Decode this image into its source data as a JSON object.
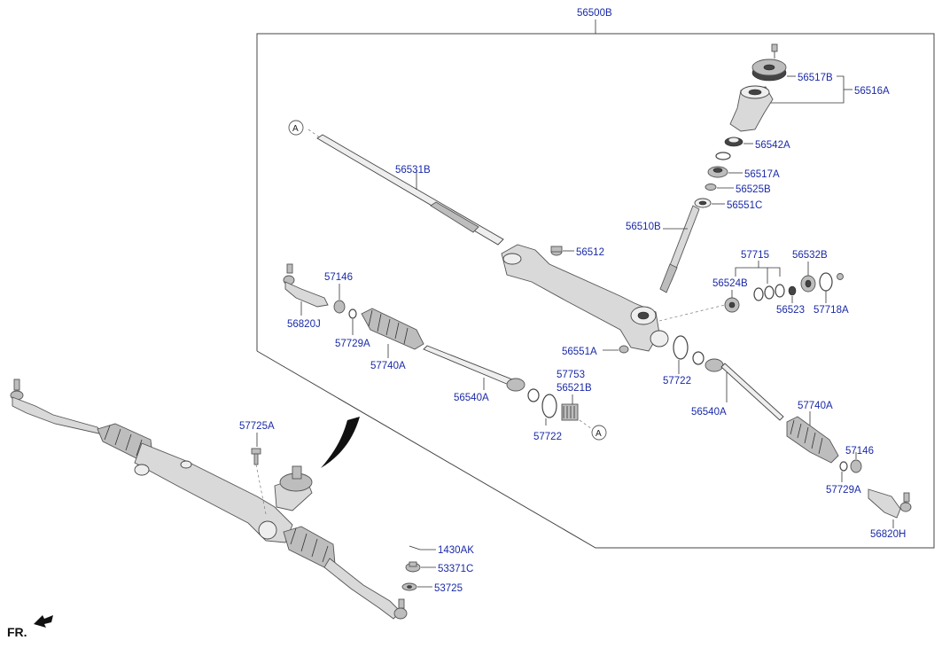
{
  "labels": {
    "assembly": "56500B",
    "l_56517B": "56517B",
    "l_56516A": "56516A",
    "l_56542A": "56542A",
    "l_56517A": "56517A",
    "l_56525B": "56525B",
    "l_56551C": "56551C",
    "l_56510B": "56510B",
    "l_56531B": "56531B",
    "l_56512": "56512",
    "l_57715": "57715",
    "l_56532B": "56532B",
    "l_56524B": "56524B",
    "l_56523": "56523",
    "l_57718A": "57718A",
    "l_57146_left": "57146",
    "l_56820J": "56820J",
    "l_57729A_left": "57729A",
    "l_57740A_left": "57740A",
    "l_56551A": "56551A",
    "l_57722_right": "57722",
    "l_56540A_left": "56540A",
    "l_57753": "57753",
    "l_56521B": "56521B",
    "l_57722_left": "57722",
    "l_56540A_right": "56540A",
    "l_57740A_right": "57740A",
    "l_57146_right": "57146",
    "l_57729A_right": "57729A",
    "l_56820H": "56820H",
    "l_57725A": "57725A",
    "l_1430AK": "1430AK",
    "l_53371C": "53371C",
    "l_53725": "53725",
    "callout_A": "A",
    "fr": "FR."
  },
  "colors": {
    "label": "#1a2aa8",
    "line": "#333333",
    "part_fill": "#d9d9d9"
  }
}
